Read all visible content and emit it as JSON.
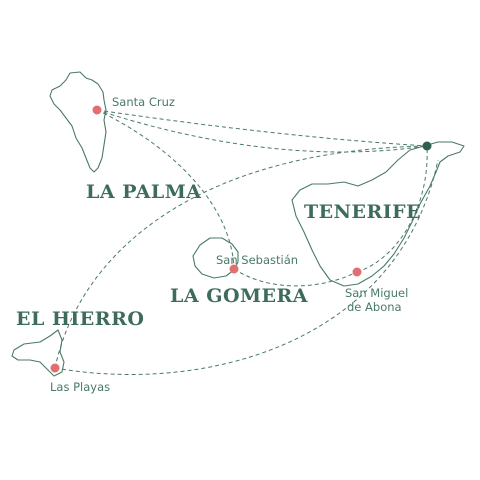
{
  "colors": {
    "coastline": "#4a7a68",
    "route": "#4a7a68",
    "label": "#3d6b5c",
    "port_marker": "#e07070",
    "start_marker": "#2f5e4e"
  },
  "islands": {
    "la_palma": "LA PALMA",
    "tenerife": "TENERIFE",
    "la_gomera": "LA GOMERA",
    "el_hierro": "EL HIERRO"
  },
  "ports": {
    "santa_cruz": "Santa Cruz",
    "san_sebastian": "San Sebastián",
    "san_miguel_line1": "San Miguel",
    "san_miguel_line2": "de Abona",
    "las_playas": "Las Playas"
  }
}
